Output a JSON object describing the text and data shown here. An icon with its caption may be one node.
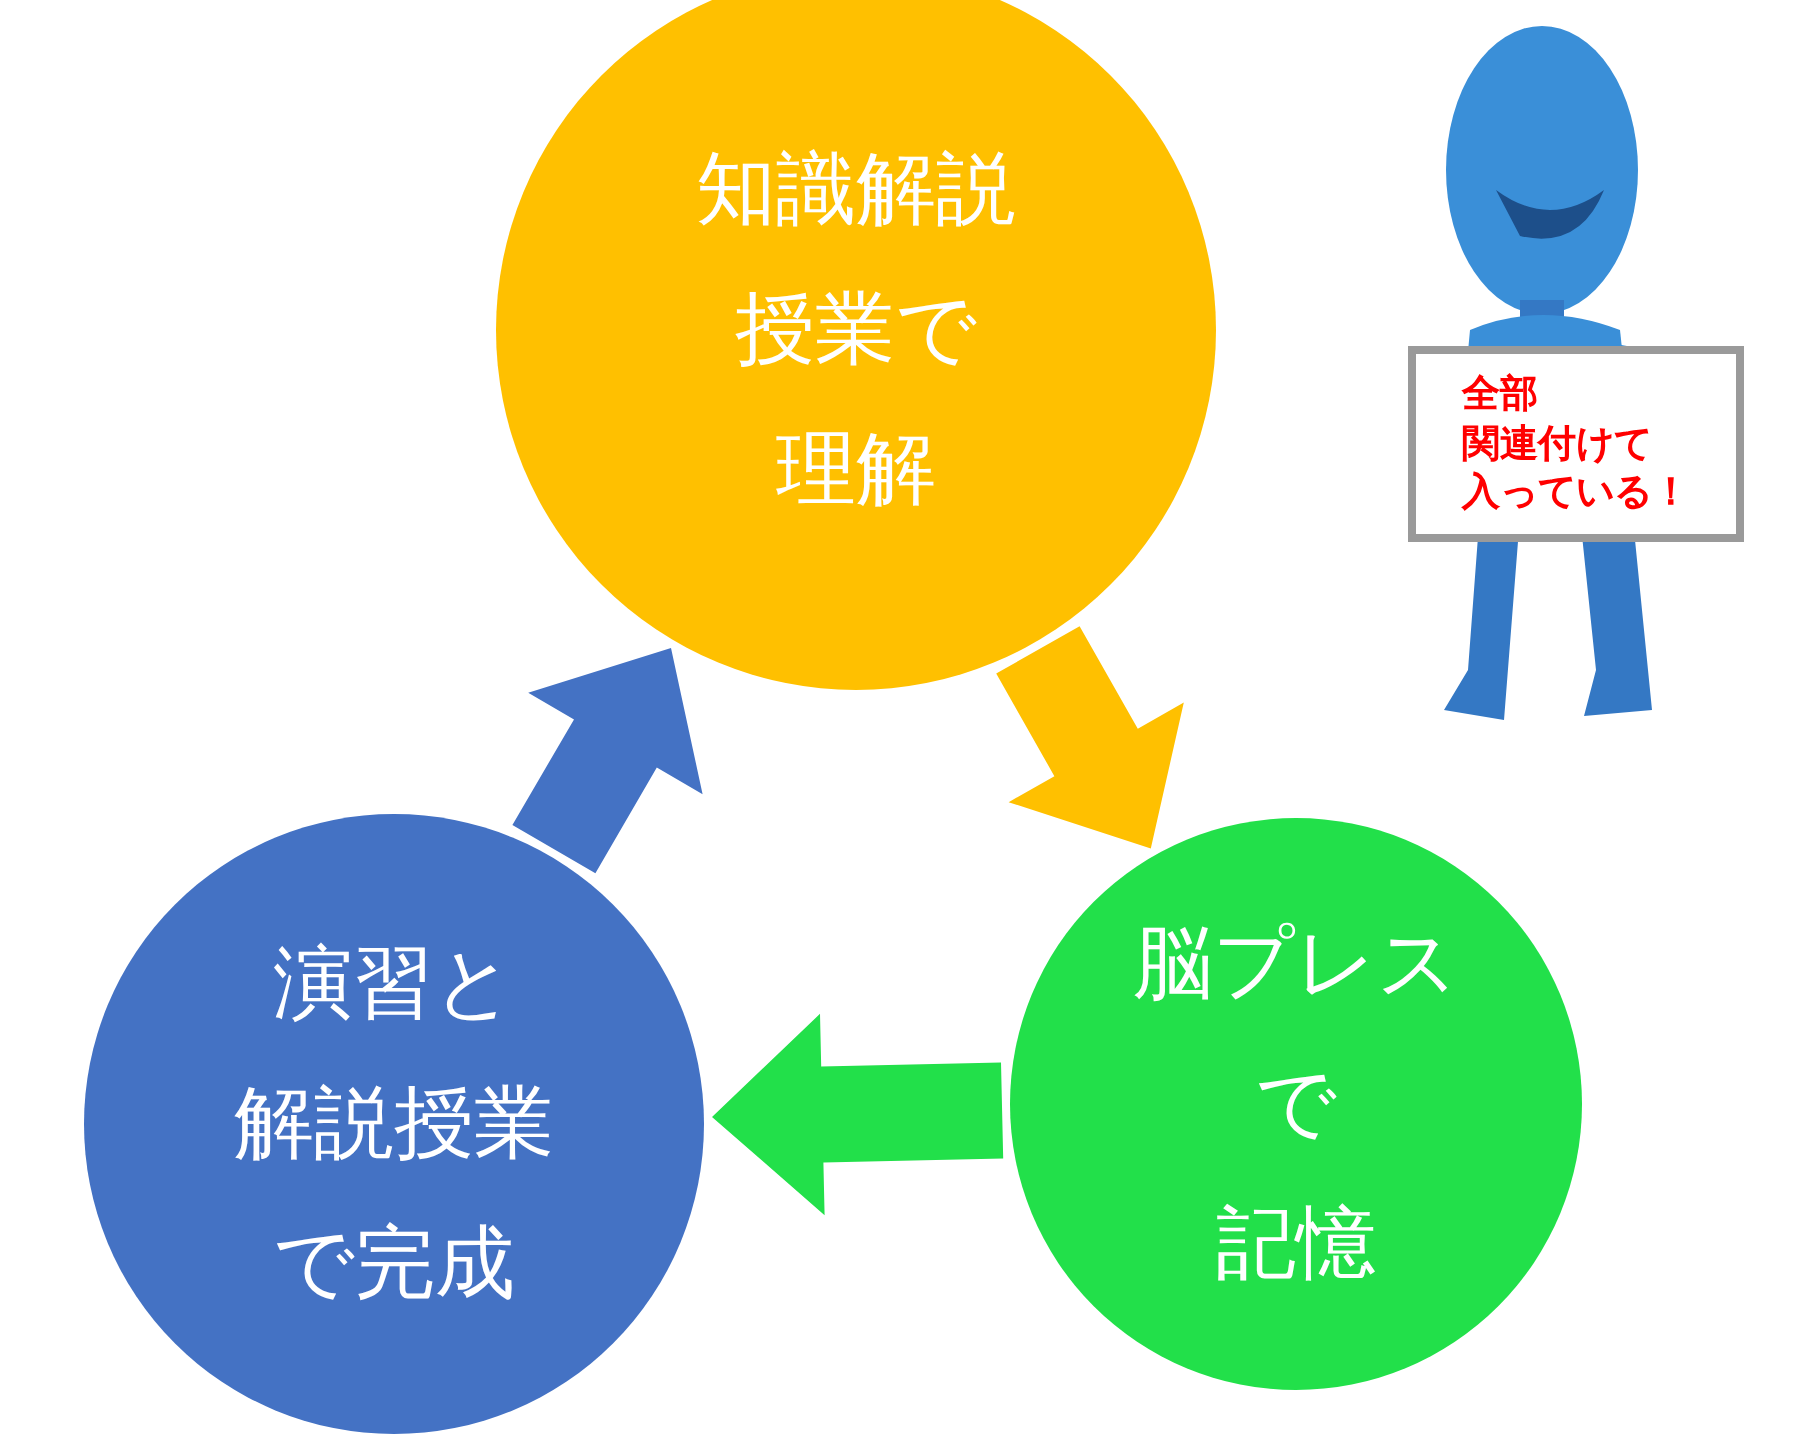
{
  "diagram": {
    "nodes": [
      {
        "text": [
          "知識解説授業で理解"
        ]
      },
      {
        "text": [
          "脳プレスで記憶"
        ]
      },
      {
        "text": [
          "演習と解説授業で完成"
        ]
      },
      {
        "text": [
          "全部関連付けて入っている！"
        ]
      }
    ],
    "edges": [
      {
        "from": 0,
        "to": 1,
        "arrow": "to",
        "style": "thick",
        "color": "#ffc000"
      },
      {
        "from": 1,
        "to": 2,
        "arrow": "to",
        "style": "thick",
        "color": "#22e04a"
      },
      {
        "from": 2,
        "to": 0,
        "arrow": "to",
        "style": "thick",
        "color": "#4472c4"
      }
    ]
  }
}
